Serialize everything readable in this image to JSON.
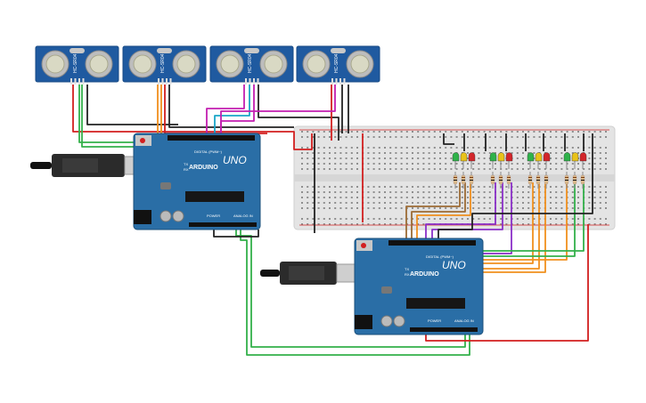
{
  "sensors": [
    {
      "label": "HC-SR04"
    },
    {
      "label": "HC-SR04"
    },
    {
      "label": "HC-SR04"
    },
    {
      "label": "HC-SR04"
    }
  ],
  "arduino_top": {
    "brand": "ARDUINO",
    "model": "UNO",
    "digital_label": "DIGITAL (PWM~)",
    "power_label": "POWER",
    "analog_label": "ANALOG IN",
    "tx_label": "TX",
    "rx_label": "RX"
  },
  "arduino_bottom": {
    "brand": "ARDUINO",
    "model": "UNO",
    "digital_label": "DIGITAL (PWM~)",
    "power_label": "POWER",
    "analog_label": "ANALOG IN",
    "tx_label": "TX",
    "rx_label": "RX"
  },
  "colors": {
    "board": "#2a6ea6",
    "sensor": "#1f5aa0",
    "breadboard": "#e4e4e4",
    "wire_red": "#d21f1f",
    "wire_green": "#33b04a",
    "wire_orange": "#f0901e",
    "wire_black": "#222222",
    "wire_magenta": "#c21fb0",
    "wire_cyan": "#1aa6c8",
    "wire_purple": "#8a2fc8",
    "wire_brown": "#9c6b35",
    "led_green": "#2fb24a",
    "led_yellow": "#e8c21a",
    "led_red": "#d2262b"
  },
  "led_groups": [
    [
      "green",
      "yellow",
      "red"
    ],
    [
      "green",
      "yellow",
      "red"
    ],
    [
      "green",
      "yellow",
      "red"
    ],
    [
      "green",
      "yellow",
      "red"
    ]
  ]
}
